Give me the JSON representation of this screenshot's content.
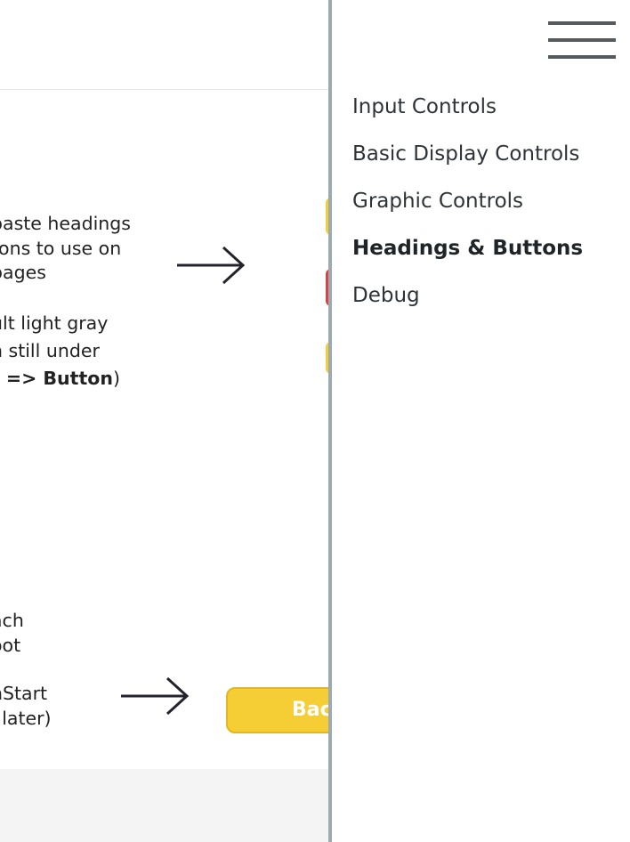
{
  "main": {
    "block1": [
      "paste headings",
      "tons to use on",
      "pages"
    ],
    "block2": {
      "line1": "ult light gray",
      "line2": "n still under",
      "line3_bold": "t => Button",
      "line3_tail": ")"
    },
    "block3": [
      "ach",
      "oot"
    ],
    "block4": [
      "nStart",
      "l later)"
    ],
    "back_button": "Bac"
  },
  "menu": {
    "items": [
      {
        "label": "Input Controls",
        "active": false
      },
      {
        "label": "Basic Display Controls",
        "active": false
      },
      {
        "label": "Graphic Controls",
        "active": false
      },
      {
        "label": "Headings & Buttons",
        "active": true
      },
      {
        "label": "Debug",
        "active": false
      }
    ]
  },
  "colors": {
    "button_yellow": "#f5cd35",
    "button_red": "#d64545",
    "divider": "#9eaab1",
    "hamburger": "#555a5e"
  },
  "icons": {
    "menu": "hamburger-icon",
    "arrow": "arrow-right-icon"
  }
}
